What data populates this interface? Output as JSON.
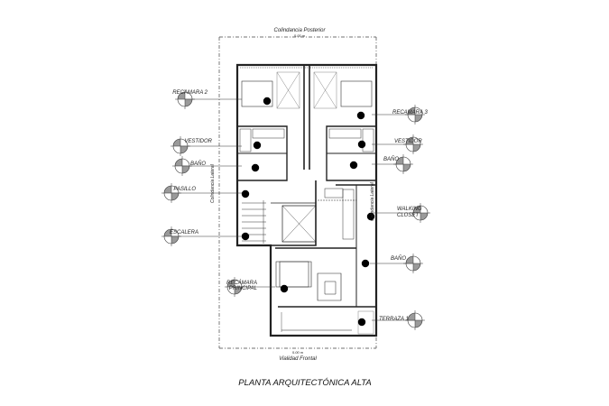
{
  "plan": {
    "title": "PLANTA ARQUITECTÓNICA ALTA",
    "rear_boundary": "Colindancia Posterior",
    "rear_dimension": "5.00 m",
    "front_boundary": "Vialidad Frontal",
    "front_dimension": "5.00 m",
    "left_boundary": "Colindancia Lateral",
    "right_boundary": "Colindancia Lateral"
  },
  "rooms": [
    {
      "label": "RECAMARA 2"
    },
    {
      "label": "RECAMARA 3"
    },
    {
      "label": "VESTIDOR"
    },
    {
      "label": "VESTIDOR"
    },
    {
      "label": "BAÑO"
    },
    {
      "label": "BAÑO"
    },
    {
      "label": "PASILLO"
    },
    {
      "label": "WALKING"
    },
    {
      "label": "CLOSET"
    },
    {
      "label": "ESCALERA"
    },
    {
      "label": "BAÑO"
    },
    {
      "label": "RECÁMARA"
    },
    {
      "label": "PRINCIPAL"
    },
    {
      "label": "TERRAZA 1"
    }
  ],
  "colors": {
    "line": "#222222",
    "marker_fill": "#9a9a9a"
  }
}
